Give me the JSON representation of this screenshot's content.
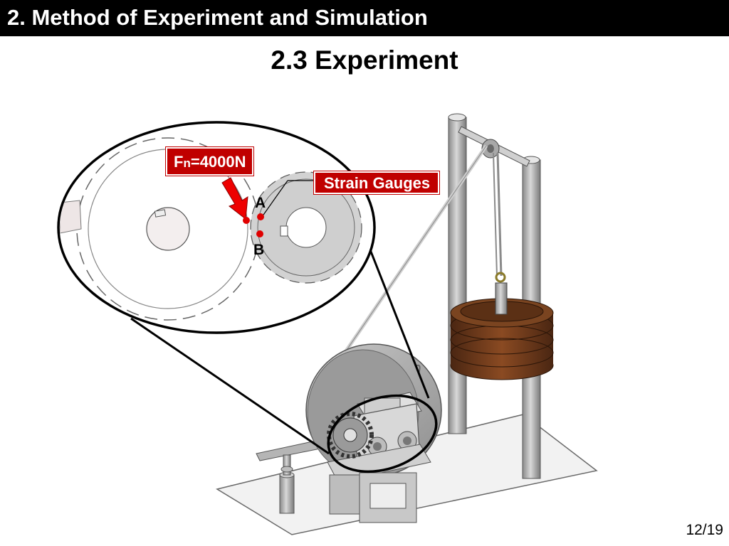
{
  "header": {
    "title": "2. Method of Experiment and Simulation"
  },
  "slide": {
    "subtitle": "2.3 Experiment",
    "page_number": "12/19"
  },
  "annotations": {
    "force_label_main": "F",
    "force_label_sub": "n",
    "force_label_value": "=4000N",
    "strain_label": "Strain Gauges",
    "point_a": "A",
    "point_b": "B"
  },
  "colors": {
    "header_bg": "#000000",
    "label_bg": "#c00000",
    "marker": "#e00000",
    "weights": "#6b3a1e"
  }
}
